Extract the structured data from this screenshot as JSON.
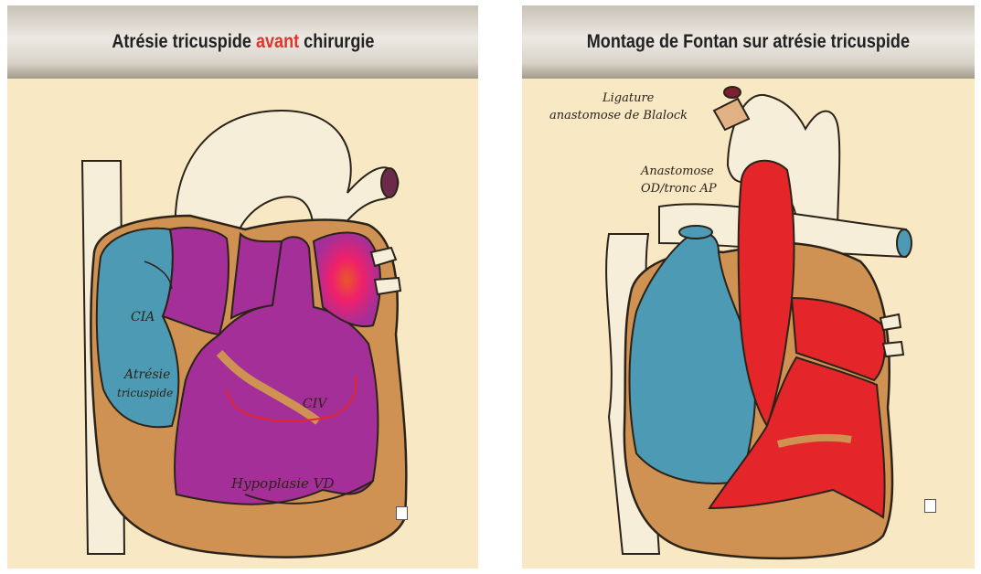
{
  "left_panel": {
    "title_before": "Atrésie tricuspide ",
    "title_highlight": "avant",
    "title_after": " chirurgie",
    "labels": {
      "cia": "CIA",
      "atresie_line1": "Atrésie",
      "atresie_line2": "tricuspide",
      "civ": "CIV",
      "hypoplasie": "Hypoplasie VD"
    }
  },
  "right_panel": {
    "title": "Montage de Fontan sur atrésie tricuspide",
    "labels": {
      "ligature_line1": "Ligature",
      "ligature_line2": "anastomose de Blalock",
      "anastomose_line1": "Anastomose",
      "anastomose_line2": "OD/tronc AP"
    }
  },
  "colors": {
    "panel_background": "#f8e8c4",
    "myocardium": "#cf9252",
    "venous_blood": "#4d9ab4",
    "mixed_blood": "#a52f98",
    "arterial_blood": "#e4262b",
    "title_highlight": "#e2342a"
  }
}
